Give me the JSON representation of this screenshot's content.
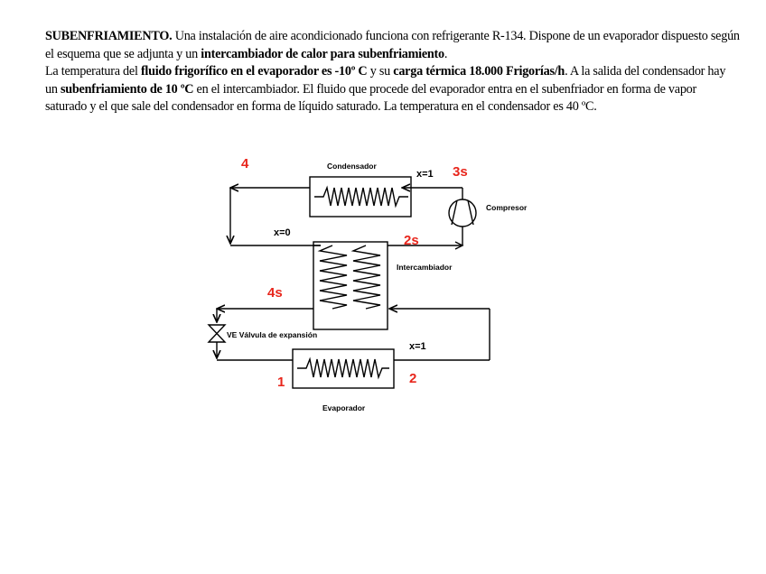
{
  "problem": {
    "title": "SUBENFRIAMIENTO.",
    "s1": " Una instalación de aire acondicionado funciona con refrigerante R-134. Dispone de un evaporador dispuesto según el esquema que se adjunta y un ",
    "b1": "intercambiador de calor para subenfriamiento",
    "s2": ".",
    "s3": "La temperatura del ",
    "b2": "fluido frigorífico en el evaporador es -10º C",
    "s4": " y su ",
    "b3": "carga térmica 18.000 Frigorías/h",
    "s5": ". A la salida del condensador hay un ",
    "b4": "subenfriamiento de 10 ºC",
    "s6": " en el intercambiador. El fluido que procede del evaporador entra en el subenfriador en forma de vapor saturado y el que sale del  condensador en forma de líquido saturado. La temperatura en el condensador es 40 ºC."
  },
  "diagram": {
    "condensador": "Condensador",
    "compresor": "Compresor",
    "intercambiador": "Intercambiador",
    "evaporador": "Evaporador",
    "valvula": "VE  Válvula de expansión",
    "x1_top": "x=1",
    "x0": "x=0",
    "x1_bottom": "x=1",
    "p4": "4",
    "p3s": "3s",
    "p2s": "2s",
    "p4s": "4s",
    "p1": "1",
    "p2": "2"
  }
}
